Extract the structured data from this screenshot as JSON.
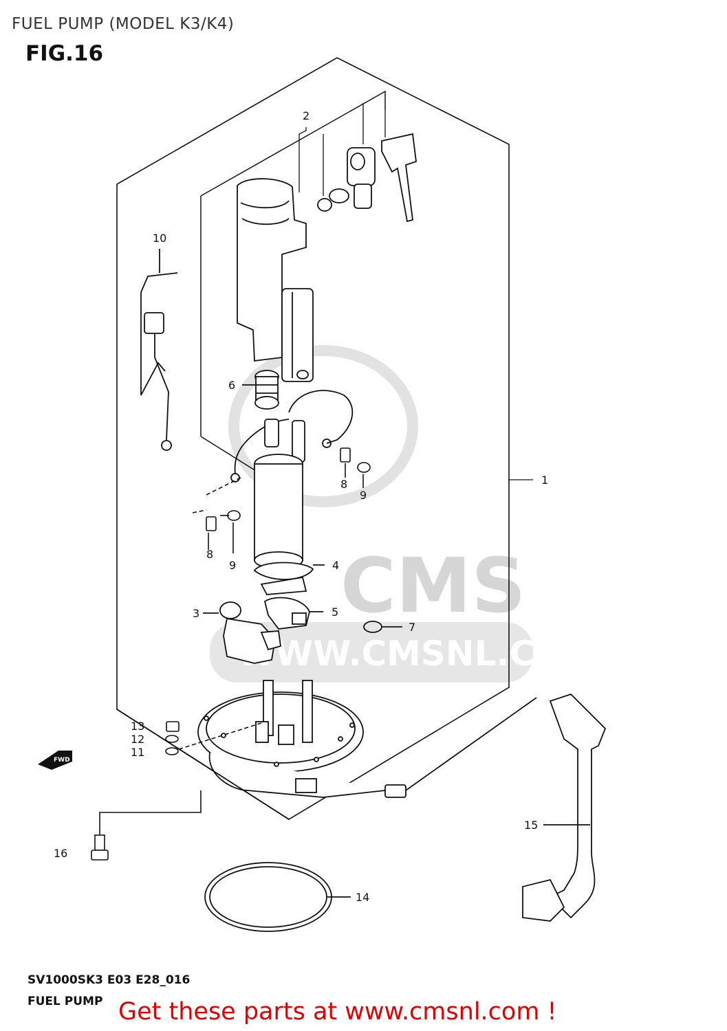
{
  "page": {
    "title": "FUEL PUMP (MODEL K3/K4)",
    "figure": "FIG.16",
    "diagram_code": "SV1000SK3 E03 E28_016",
    "diagram_name": "FUEL PUMP",
    "cta_text": "Get these parts at www.cmsnl.com !"
  },
  "watermark": {
    "brand": "CMS",
    "url": "WWW.CMSNL.COM"
  },
  "direction_arrow": {
    "label": "FWD"
  },
  "callouts": {
    "c1": "1",
    "c2": "2",
    "c3": "3",
    "c4": "4",
    "c5": "5",
    "c6": "6",
    "c7": "7",
    "c8a": "8",
    "c8b": "8",
    "c9a": "9",
    "c9b": "9",
    "c10": "10",
    "c11": "11",
    "c12": "12",
    "c13": "13",
    "c14": "14",
    "c15": "15",
    "c16": "16"
  },
  "colors": {
    "line": "#111111",
    "watermark": "#d9d9d9",
    "cta": "#e10000"
  }
}
